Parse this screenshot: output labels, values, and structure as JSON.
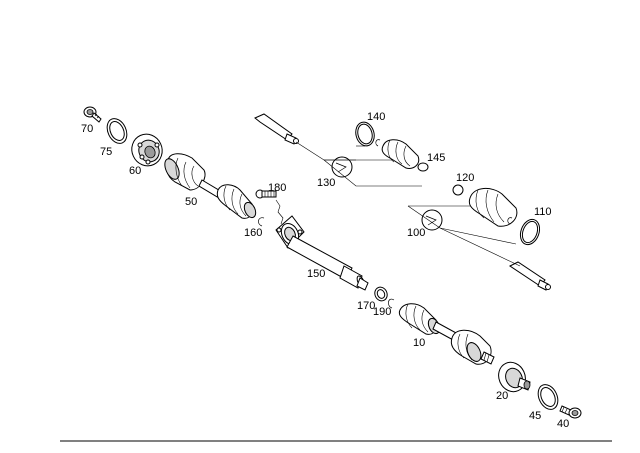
{
  "callouts": {
    "p70": "70",
    "p75": "75",
    "p60": "60",
    "p50": "50",
    "p180": "180",
    "p160": "160",
    "p150": "150",
    "p140": "140",
    "p130": "130",
    "p145": "145",
    "p120": "120",
    "p110": "110",
    "p100": "100",
    "p170": "170",
    "p190": "190",
    "p10": "10",
    "p20": "20",
    "p45": "45",
    "p40": "40"
  }
}
